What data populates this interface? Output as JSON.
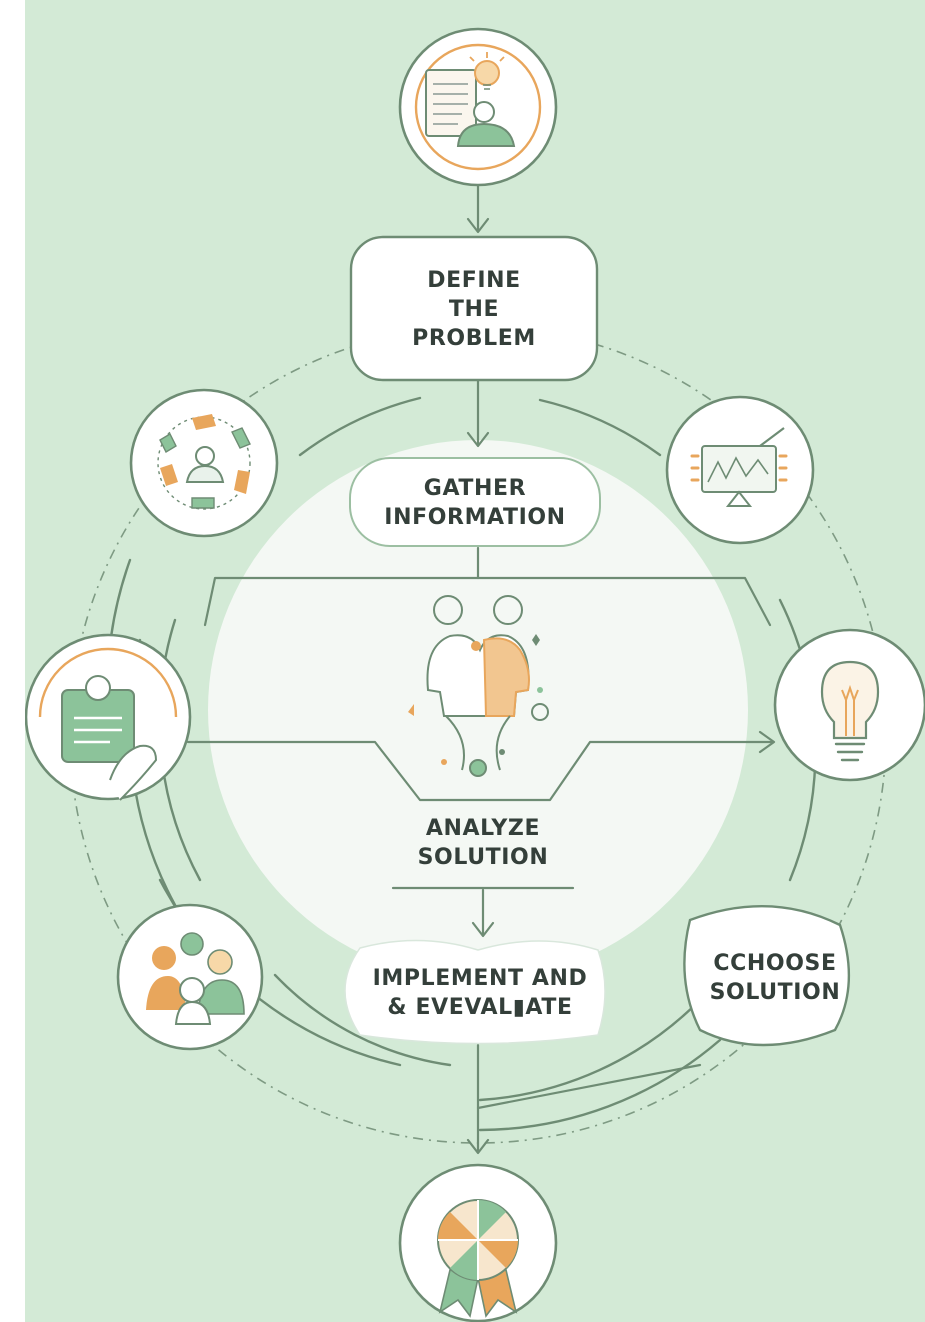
{
  "steps": {
    "define": "DEFINE\nTHE\nPROBLEM",
    "gather": "GATHER\nINFORMATION",
    "analyze": "ANALYZE\nSOLUTION",
    "implement": "IMPLEMENT AND\n& EVEVAL▮ATE",
    "choose": "CCHOOSE\nSOLUTION"
  },
  "icons": [
    "document-lightbulb-person-icon",
    "people-circle-icon",
    "presentation-board-icon",
    "clipboard-hand-icon",
    "lightbulb-icon",
    "team-people-icon",
    "collaborating-people-icon",
    "award-rosette-icon"
  ],
  "colors": {
    "background": "#d3ead6",
    "line": "#6e8c74",
    "green_accent": "#8cc39a",
    "orange_accent": "#e8a65c"
  }
}
